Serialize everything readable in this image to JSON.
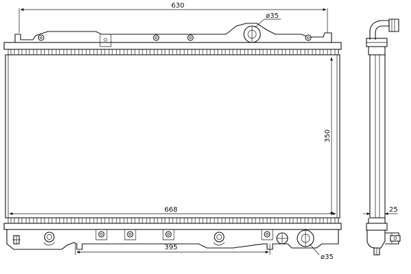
{
  "dimensions": {
    "top_width": "630",
    "core_width": "668",
    "core_height": "350",
    "outlet_spacing": "395",
    "depth": "25",
    "filler_neck_diameter": "ø35",
    "bottom_pipe_diameter": "ø35"
  }
}
